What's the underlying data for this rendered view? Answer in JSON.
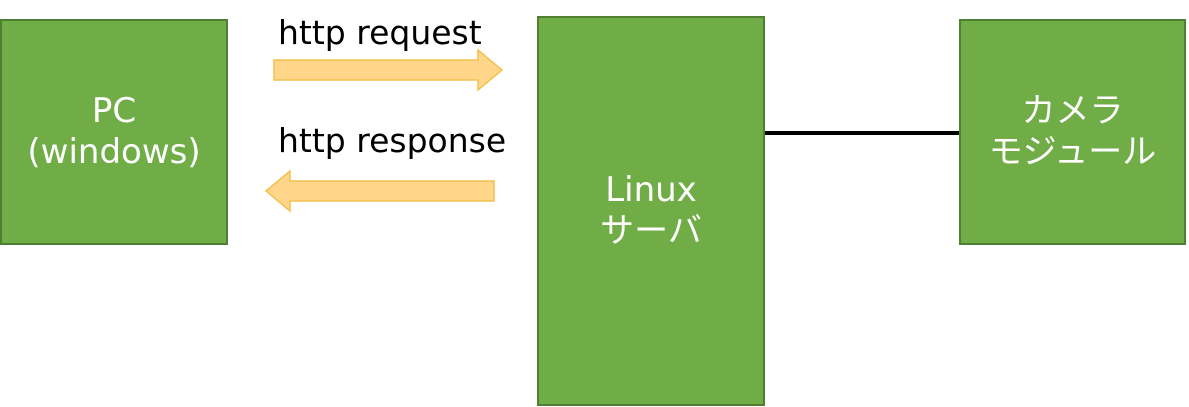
{
  "colors": {
    "box_fill": "#70ad47",
    "box_border": "#507e32",
    "arrow_fill": "#ffd68a",
    "arrow_border": "#f2c14e",
    "connector": "#000000"
  },
  "nodes": {
    "pc": {
      "line1": "PC",
      "line2": "(windows)"
    },
    "linux": {
      "line1": "Linux",
      "line2": "サーバ"
    },
    "camera": {
      "line1": "カメラ",
      "line2": "モジュール"
    }
  },
  "arrows": {
    "request": {
      "label": "http request",
      "direction": "right"
    },
    "response": {
      "label": "http response",
      "direction": "left"
    }
  }
}
